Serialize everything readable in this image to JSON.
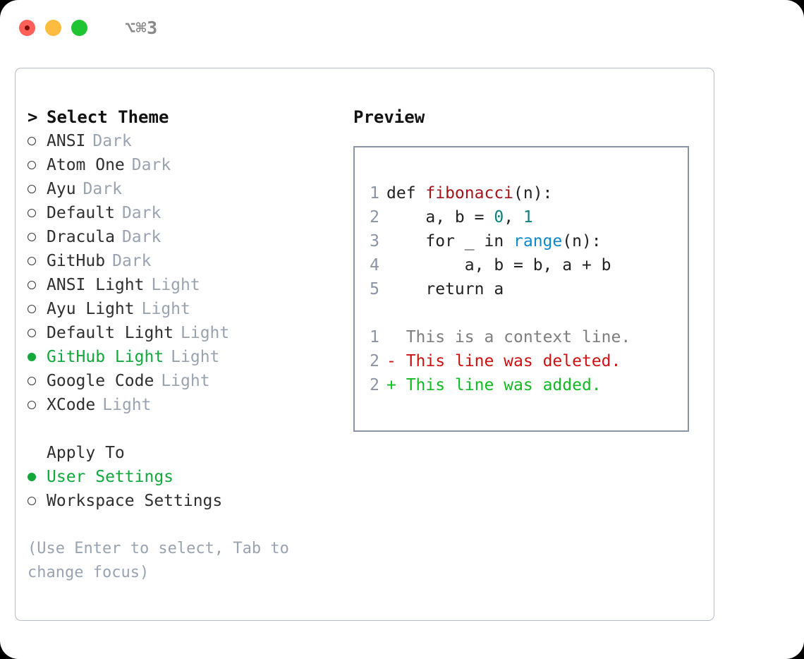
{
  "titlebar": {
    "shortcut": "⌥⌘3",
    "buttons": [
      {
        "name": "close",
        "color": "#fc6058"
      },
      {
        "name": "minimize",
        "color": "#fdbc40"
      },
      {
        "name": "maximize",
        "color": "#1ec431"
      }
    ]
  },
  "colors": {
    "selected_green": "#12a83c",
    "muted": "#9aa3b0",
    "line_number": "#8a94a6",
    "panel_border": "#b6bdc9",
    "preview_border": "#8a96a8",
    "syntax_function": "#a6131a",
    "syntax_number": "#0f7f80",
    "syntax_call": "#1188cc",
    "diff_context": "#7e7e7e",
    "diff_deleted": "#cc1111",
    "diff_added": "#11bb22"
  },
  "theme_panel": {
    "caret": ">",
    "heading": "Select Theme",
    "options": [
      {
        "label": "ANSI",
        "badge": "Dark",
        "selected": false
      },
      {
        "label": "Atom One",
        "badge": "Dark",
        "selected": false
      },
      {
        "label": "Ayu",
        "badge": "Dark",
        "selected": false
      },
      {
        "label": "Default",
        "badge": "Dark",
        "selected": false
      },
      {
        "label": "Dracula",
        "badge": "Dark",
        "selected": false
      },
      {
        "label": "GitHub",
        "badge": "Dark",
        "selected": false
      },
      {
        "label": "ANSI Light",
        "badge": "Light",
        "selected": false
      },
      {
        "label": "Ayu Light",
        "badge": "Light",
        "selected": false
      },
      {
        "label": "Default Light",
        "badge": "Light",
        "selected": false
      },
      {
        "label": "GitHub Light",
        "badge": "Light",
        "selected": true
      },
      {
        "label": "Google Code",
        "badge": "Light",
        "selected": false
      },
      {
        "label": "XCode",
        "badge": "Light",
        "selected": false
      }
    ]
  },
  "apply_to": {
    "heading": "Apply To",
    "options": [
      {
        "label": "User Settings",
        "selected": true
      },
      {
        "label": "Workspace Settings",
        "selected": false
      }
    ]
  },
  "hint": "(Use Enter to select, Tab to change focus)",
  "preview": {
    "heading": "Preview",
    "code_lines": [
      {
        "no": "1",
        "segments": [
          {
            "text": "def ",
            "token": "plain"
          },
          {
            "text": "fibonacci",
            "token": "fn"
          },
          {
            "text": "(n):",
            "token": "plain"
          }
        ]
      },
      {
        "no": "2",
        "segments": [
          {
            "text": "    a, b = ",
            "token": "plain"
          },
          {
            "text": "0",
            "token": "num"
          },
          {
            "text": ", ",
            "token": "plain"
          },
          {
            "text": "1",
            "token": "num"
          }
        ]
      },
      {
        "no": "3",
        "segments": [
          {
            "text": "    for _ in ",
            "token": "plain"
          },
          {
            "text": "range",
            "token": "call"
          },
          {
            "text": "(n):",
            "token": "plain"
          }
        ]
      },
      {
        "no": "4",
        "segments": [
          {
            "text": "        a, b = b, a + b",
            "token": "plain"
          }
        ]
      },
      {
        "no": "5",
        "segments": [
          {
            "text": "    return a",
            "token": "plain"
          }
        ]
      }
    ],
    "diff_lines": [
      {
        "no": "1",
        "marker": " ",
        "text": " This is a context line.",
        "kind": "ctx"
      },
      {
        "no": "2",
        "marker": "-",
        "text": " This line was deleted.",
        "kind": "del"
      },
      {
        "no": "2",
        "marker": "+",
        "text": " This line was added.",
        "kind": "add"
      }
    ]
  }
}
